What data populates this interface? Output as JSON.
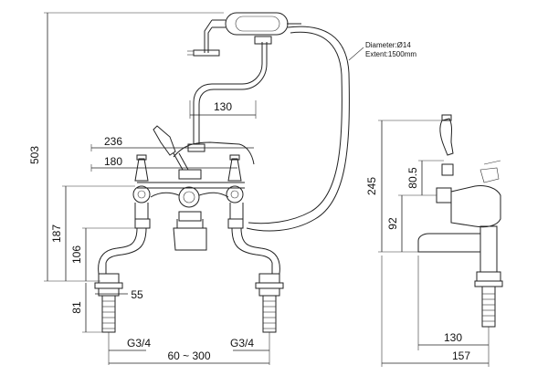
{
  "diagram": {
    "hose_note": {
      "diameter": "Diameter:Ø14",
      "extent": "Extent:1500mm"
    },
    "front_view": {
      "dims": {
        "overall_height": "503",
        "cradle_offset": "130",
        "handle_span": "236",
        "valve_span": "180",
        "body_height": "187",
        "leg_height": "106",
        "nut_width": "55",
        "tail_length": "81",
        "thread_left": "G3/4",
        "thread_right": "G3/4",
        "centres": "60 ~ 300"
      }
    },
    "side_view": {
      "dims": {
        "height": "245",
        "lever_offset": "80.5",
        "spout_height": "92",
        "spout_reach": "130",
        "depth": "157"
      }
    }
  }
}
